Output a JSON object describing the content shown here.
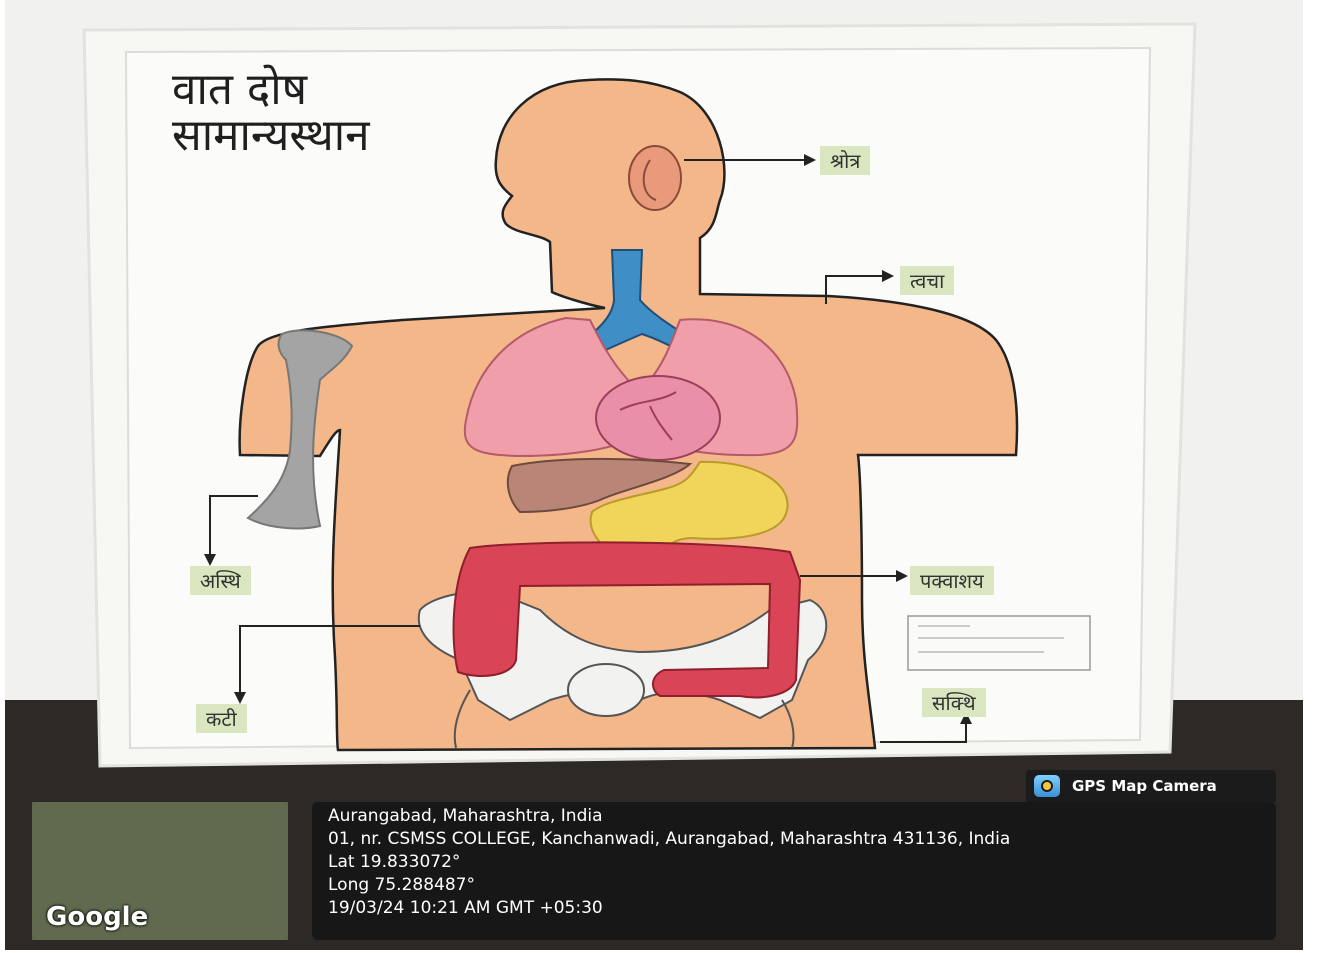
{
  "poster": {
    "title_line1": "वात दोष",
    "title_line2": "सामान्यस्थान",
    "labels": {
      "ear": "श्रोत्र",
      "skin": "त्वचा",
      "bone": "अस्थि",
      "colon": "पक्वाशय",
      "waist": "कटी",
      "thigh": "सक्थि"
    }
  },
  "gps": {
    "badge": "GPS Map Camera",
    "place": "Aurangabad, Maharashtra, India",
    "address": "01, nr. CSMSS COLLEGE, Kanchanwadi, Aurangabad, Maharashtra 431136, India",
    "lat": "Lat 19.833072°",
    "long": "Long 75.288487°",
    "datetime": "19/03/24 10:21 AM GMT +05:30",
    "map_brand": "Google"
  },
  "colors": {
    "wall": "#f1f1ef",
    "table": "#2d2926",
    "frame": "#f7f7f4",
    "skin": "#f4b78a",
    "lungs": "#ef9eaa",
    "heart": "#e98fa7",
    "trachea": "#3f8fc6",
    "liver": "#b88576",
    "stomach": "#f1d45a",
    "colon": "#d94456",
    "bone": "#a4a4a4",
    "label_bg": "#d9e6c0"
  }
}
